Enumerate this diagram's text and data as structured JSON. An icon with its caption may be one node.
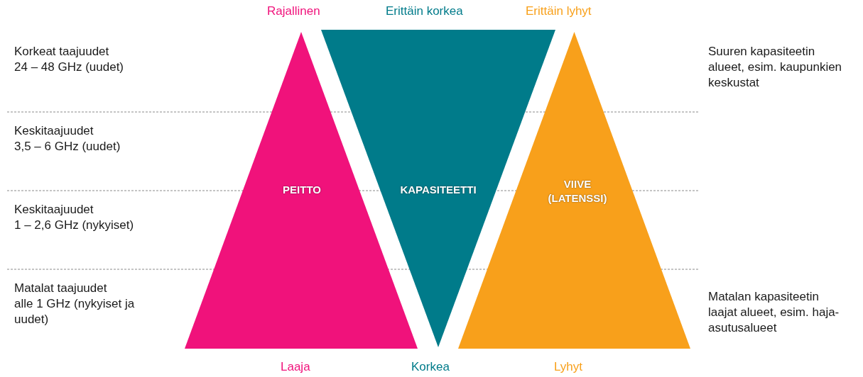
{
  "diagram": {
    "nodes": [
      {
        "text": [
          "PEITTO"
        ],
        "beside": [
          "Rajallinen",
          "Laaja"
        ]
      },
      {
        "text": [
          "KAPASITEETTI"
        ],
        "beside": [
          "Erittäin korkea",
          "Korkea"
        ]
      },
      {
        "text": [
          "VIIVE (LATENSSI)"
        ],
        "beside": [
          "Erittäin lyhyt",
          "Lyhyt"
        ]
      }
    ],
    "edges": [],
    "labels": [
      "Korkeat taajuudet",
      "24 – 48 GHz (uudet)",
      "Suuren kapasiteetin alueet, esim. kaupunkien keskustat",
      "Keskitaajuudet",
      "3,5 – 6 GHz (uudet)",
      "Keskitaajuudet",
      "1 – 2,6 GHz (nykyiset)",
      "Matalat taajuudet",
      "alle 1 GHz (nykyiset ja uudet)",
      "Matalan kapasiteetin laajat alueet, esim. haja-asutusalueet"
    ]
  }
}
